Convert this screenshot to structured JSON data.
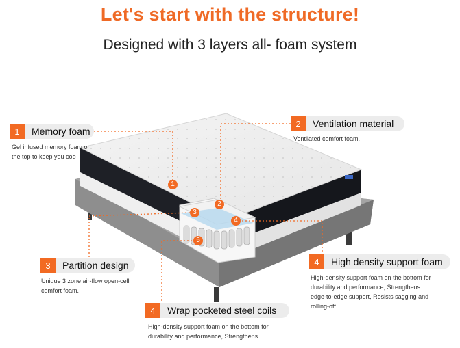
{
  "header": {
    "title": "Let's start with the structure!",
    "subtitle": "Designed with 3 layers all- foam system"
  },
  "colors": {
    "accent": "#f26a23",
    "pill_bg": "#ececec",
    "title": "#ef6a26"
  },
  "callouts": [
    {
      "num": "1",
      "label": "Memory foam",
      "desc": [
        "Gel infused memory foam on",
        "the top to keep you coo"
      ]
    },
    {
      "num": "2",
      "label": "Ventilation material",
      "desc": [
        "Ventilated comfort foam."
      ]
    },
    {
      "num": "3",
      "label": "Partition design",
      "desc": [
        "Unique 3 zone air-flow open-cell",
        "comfort foam."
      ]
    },
    {
      "num": "4",
      "label": "High density support foam",
      "desc": [
        "High-density support foam on the bottom for",
        "durability and performance, Strengthens",
        "edge-to-edge support, Resists sagging and",
        "rolling-off."
      ]
    },
    {
      "num": "4",
      "label": "Wrap pocketed steel coils",
      "desc": [
        "High-density support foam on the bottom for",
        "durability and performance, Strengthens"
      ]
    }
  ],
  "markers": [
    "1",
    "2",
    "3",
    "4",
    "5"
  ]
}
